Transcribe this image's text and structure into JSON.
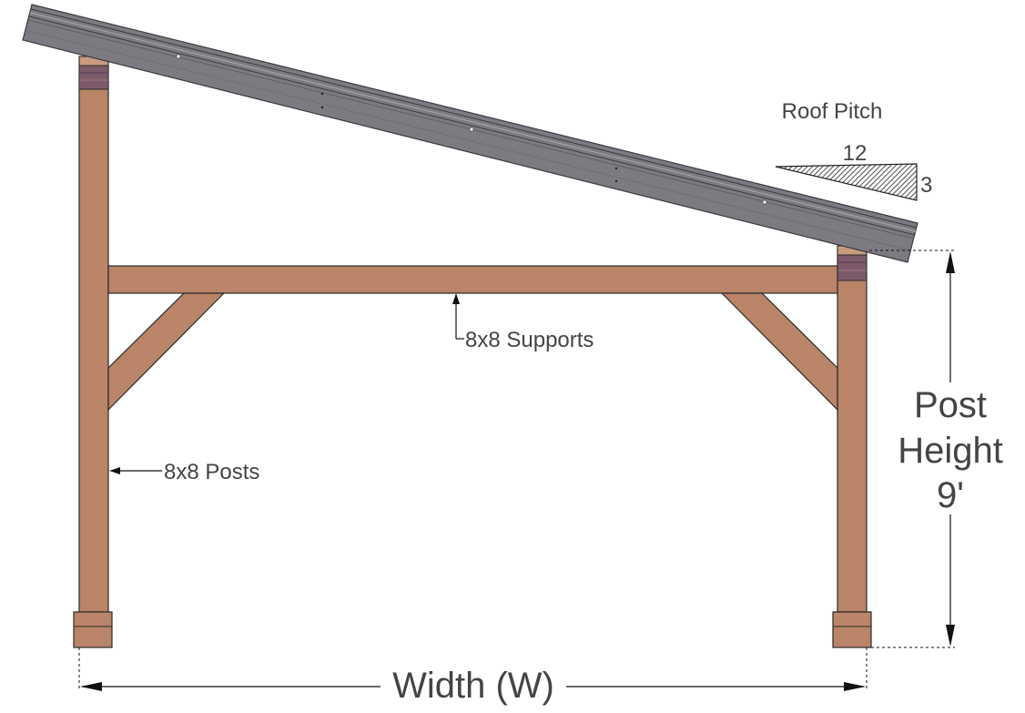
{
  "labels": {
    "roof_pitch": "Roof Pitch",
    "pitch_run": "12",
    "pitch_rise": "3",
    "supports": "8x8 Supports",
    "posts": "8x8 Posts",
    "post_height_line1": "Post",
    "post_height_line2": "Height",
    "post_height_line3": "9'",
    "width": "Width (W)"
  },
  "colors": {
    "wood": "#b98467",
    "roof": "#7b7b81",
    "roof_edge": "#5f5f66",
    "cap": "#6b4a5e",
    "text": "#444444"
  }
}
